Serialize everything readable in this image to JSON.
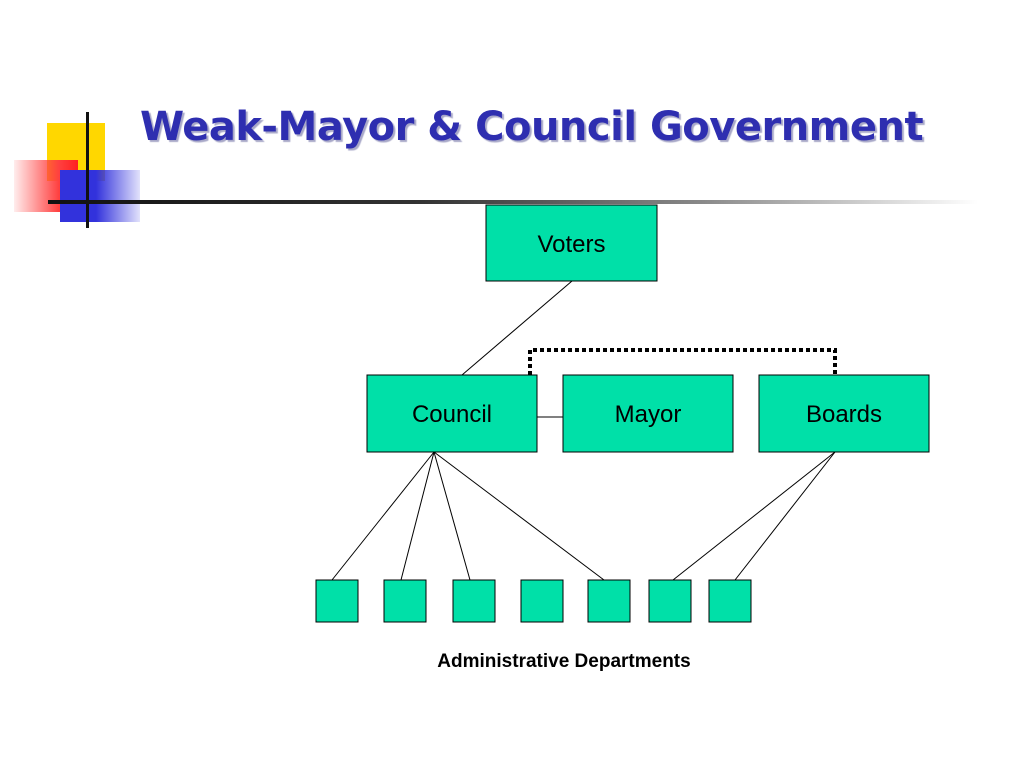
{
  "title": "Weak-Mayor & Council Government",
  "colors": {
    "box_fill": "#00e0a8",
    "title": "#2e2eb0",
    "yellow": "#ffd700",
    "red": "#ff4040",
    "blue": "#3232dc"
  },
  "nodes": {
    "voters": "Voters",
    "council": "Council",
    "mayor": "Mayor",
    "boards": "Boards"
  },
  "departments": {
    "count": 7,
    "caption": "Administrative Departments"
  },
  "edges": [
    {
      "from": "voters",
      "to": "council",
      "style": "solid"
    },
    {
      "from": "council",
      "to": "mayor",
      "style": "solid"
    },
    {
      "from": "council",
      "to": "boards",
      "style": "dotted"
    },
    {
      "from": "council",
      "to": "dept-1",
      "style": "solid"
    },
    {
      "from": "council",
      "to": "dept-2",
      "style": "solid"
    },
    {
      "from": "council",
      "to": "dept-3",
      "style": "solid"
    },
    {
      "from": "council",
      "to": "dept-5",
      "style": "solid"
    },
    {
      "from": "boards",
      "to": "dept-6",
      "style": "solid"
    },
    {
      "from": "boards",
      "to": "dept-7",
      "style": "solid"
    }
  ]
}
